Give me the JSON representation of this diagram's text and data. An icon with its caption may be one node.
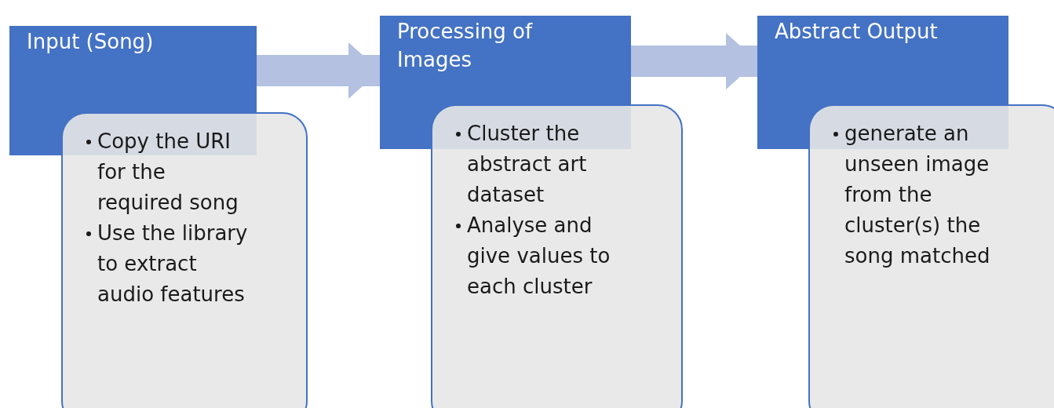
{
  "diagram": {
    "nodes": [
      {
        "text": [
          "Input  (Song)"
        ]
      },
      {
        "text": [
          "Copy the URI for the required song",
          "Use the library to extract audio features"
        ]
      },
      {
        "text": [
          "Processing of Images"
        ]
      },
      {
        "text": [
          "Cluster the abstract art dataset",
          "Analyse and give values to each cluster"
        ]
      },
      {
        "text": [
          "Abstract Output"
        ]
      },
      {
        "text": [
          "generate an unseen image from the cluster(s) the song matched"
        ]
      }
    ],
    "edges": [
      {
        "from": 0,
        "to": 2,
        "arrow": "to"
      },
      {
        "from": 2,
        "to": 4,
        "arrow": "to"
      }
    ]
  }
}
